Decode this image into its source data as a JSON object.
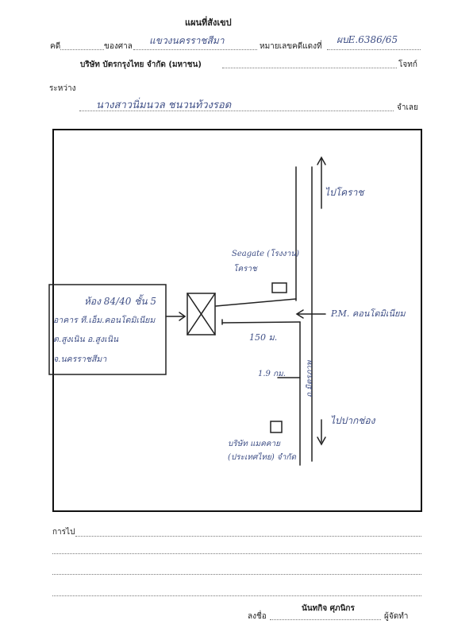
{
  "title": "แผนที่สังเขป",
  "header": {
    "case_label": "คดี",
    "court_label": "ของศาล",
    "court_value": "แขวงนครราชสีมา",
    "case_no_label": "หมายเลขคดีแดงที่",
    "case_no_value": "ผบE.6386/65",
    "plaintiff": "บริษัท บัตรกรุงไทย จำกัด (มหาชน)",
    "plaintiff_suffix": "โจทก์"
  },
  "between": {
    "label": "ระหว่าง",
    "defendant_value": "นางสาวนิ่มนวล  ชนวนท้วงรอด",
    "defendant_suffix": "จำเลย"
  },
  "map": {
    "address_lines": [
      "ห้อง 84/40 ชั้น 5",
      "อาคาร  ที.เอ็ม.คอนโดมิเนียม",
      "ต.สูงเนิน อ.สูงเนิน",
      "จ.นครราชสีมา"
    ],
    "north_label": "ไปโคราช",
    "south_label": "ไปปากช่อง",
    "seagate_label_1": "Seagate (โรงงาน)",
    "seagate_label_2": "โคราช",
    "condo_label": "P.M. คอนโดมิเนียม",
    "distance_150": "150 ม.",
    "distance_19": "1.9 กม.",
    "road_name": "ถ.มิตรภาพ",
    "company_line_1": "บริษัท แมคคาย",
    "company_line_2": "(ประเทศไทย) จำกัด"
  },
  "footer": {
    "route_label": "การไป",
    "sign_label": "ลงชื่อ",
    "signer_name": "นันทกิจ ศุภนิกร",
    "signer_role": "ผู้จัดทำ"
  }
}
